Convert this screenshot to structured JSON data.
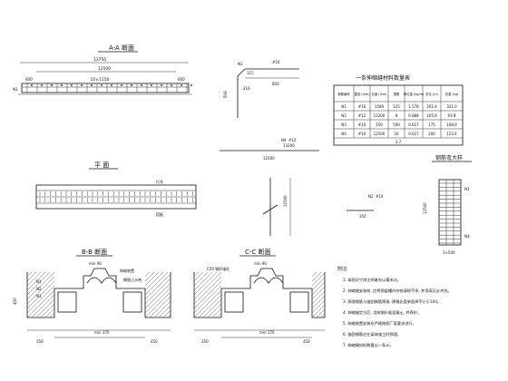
{
  "views": {
    "aa_title": "A-A 断面",
    "plan_title": "平 面",
    "bb_title": "B-B 断面",
    "cc_title": "C-C 断面",
    "rebar_title": "钢筋弯大样"
  },
  "aa": {
    "dim_total": "13750",
    "dim_inner": "12500",
    "dim_spacing": "10×1150",
    "dim_left": "600",
    "dim_right": "600"
  },
  "plan": {
    "label_top": "行车",
    "label_bottom": "搭板"
  },
  "bend": {
    "n1": "N1",
    "bar": "#16",
    "d1": "850",
    "d2": "500",
    "d3": "216",
    "d4": "115"
  },
  "bars_mid": {
    "n4": "N4",
    "n4_size": "#12",
    "n4_len": "13200",
    "len": "12500",
    "n2": "N2",
    "n2_size": "#10",
    "d": "350",
    "h": "12500"
  },
  "table": {
    "title": "一条伸缩缝材料数量表",
    "headers": [
      "钢筋编号",
      "直径 (mm)",
      "长度 (mm)",
      "根数",
      "单位重 (kg/m)",
      "总长 (m)",
      "总重 (kg)"
    ],
    "rows": [
      [
        "N1",
        "#16",
        "1589",
        "125",
        "1.578",
        "202.4",
        "321.0"
      ],
      [
        "N2",
        "#12",
        "13200",
        "8",
        "0.888",
        "105.6",
        "93.8"
      ],
      [
        "N3",
        "#10",
        "350",
        "500",
        "0.617",
        "175",
        "108.0"
      ],
      [
        "N4",
        "#10",
        "12500",
        "16",
        "0.617",
        "200",
        "123.4"
      ]
    ],
    "total": "3.7"
  },
  "rebar_detail": {
    "n1": "N1",
    "n4": "N4",
    "h": "12500",
    "w": "3×500"
  },
  "bb": {
    "d1": "min 90",
    "d2": "min 170",
    "d3": "400",
    "d4": "350",
    "d5": "450",
    "note1": "伸缩装置",
    "note2": "橡胶止水带",
    "n1": "N1",
    "n2": "N2",
    "n3": "N3"
  },
  "cc": {
    "d1": "min 90",
    "d2": "min 170",
    "d3": "350",
    "d4": "450",
    "note1": "C50 钢纤维砼"
  },
  "notes": {
    "heading": "附注:",
    "items": [
      "1. 本图尺寸除注明者外以毫米计。",
      "2. 伸缩缝安装前, 应将预留槽内杂物清除干净, 并用高压水冲洗。",
      "3. 预埋钢筋与锚固钢筋焊接, 焊缝长度单面焊不小于10d。",
      "4. 伸缩缝定位后, 浇筑钢纤维混凝土, 并养护。",
      "5. 伸缩装置安装应严格按照厂家要求进行。",
      "6. 锚固钢筋应在梁体施工时预埋。",
      "7. 伸缩缝材料数量以一条计。"
    ]
  }
}
